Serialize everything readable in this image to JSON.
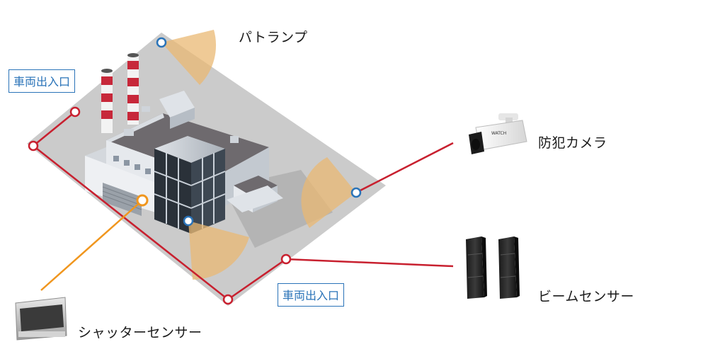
{
  "labels": {
    "patrol_lamp": "パトランプ",
    "security_camera": "防犯カメラ",
    "beam_sensor": "ビームセンサー",
    "shutter_sensor": "シャッターセンサー",
    "vehicle_entrance_top": "車両出入口",
    "vehicle_entrance_bottom": "車両出入口",
    "camera_brand": "WATCH"
  },
  "colors": {
    "ground": "#cbcbcb",
    "fence_line": "#c8202f",
    "camera_line": "#c8202f",
    "shutter_line": "#f0961e",
    "blue_marker": "#2a73b8",
    "detection_fan": "#e9b873",
    "entrance_text": "#2a73b8"
  }
}
